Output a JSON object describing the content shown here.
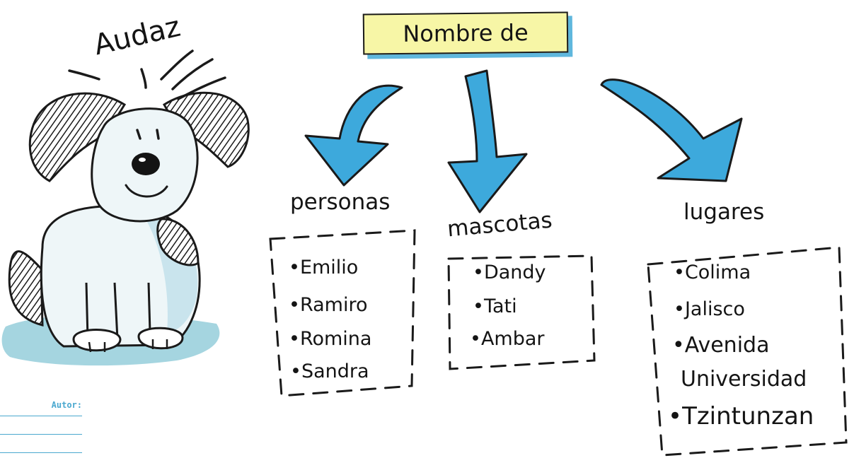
{
  "title": "Nombre de",
  "dog_name": "Audaz",
  "categories": [
    {
      "heading": "personas",
      "items": [
        "Emilio",
        "Ramiro",
        "Romina",
        "Sandra"
      ]
    },
    {
      "heading": "mascotas",
      "items": [
        "Dandy",
        "Tati",
        "Ambar"
      ]
    },
    {
      "heading": "lugares",
      "items": [
        "Colima",
        "Jalisco",
        "Avenida",
        "Universidad",
        "Tzintunzan"
      ]
    }
  ],
  "bullet": "•",
  "author_label": "Autor:",
  "colors": {
    "arrow": "#3da9dc",
    "title_bg": "#f7f6a6",
    "shadow": "#6fbfd8",
    "accent": "#4aa8cf"
  }
}
